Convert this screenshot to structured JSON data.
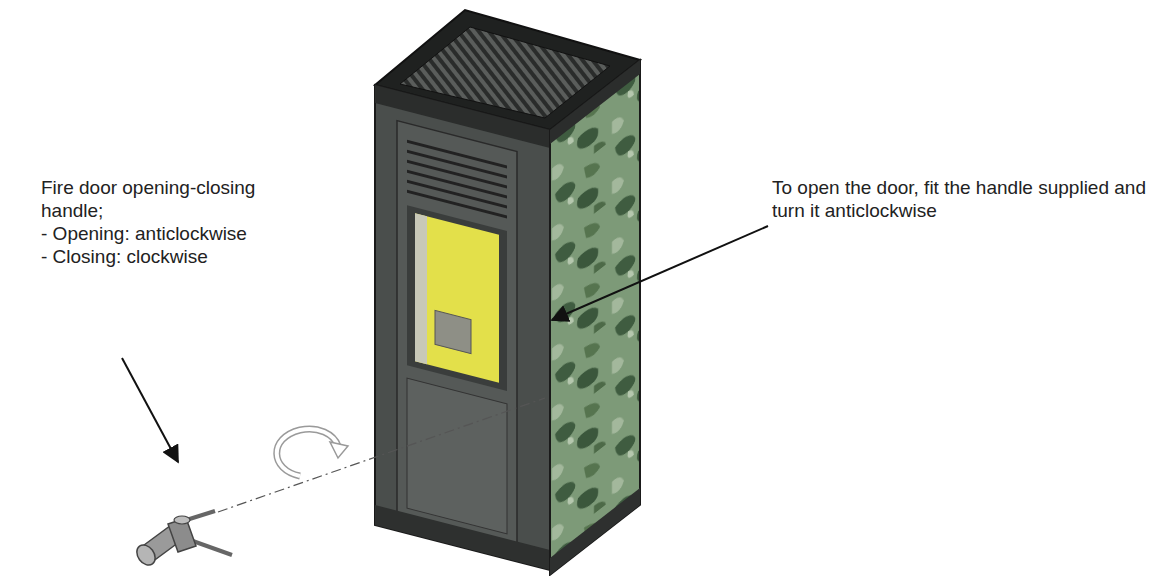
{
  "diagram": {
    "labels": [
      "Fire door opening-closing handle;",
      "- Opening: anticlockwise",
      "- Closing: clockwise",
      "To open the door, fit the handle supplied and turn it anticlockwise"
    ]
  }
}
